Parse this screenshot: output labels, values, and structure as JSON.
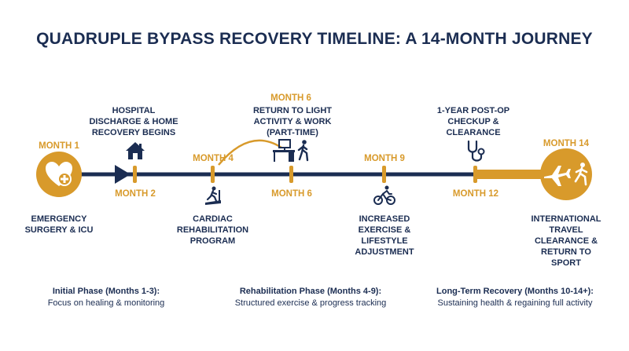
{
  "title": "QUADRUPLE BYPASS RECOVERY TIMELINE: A 14-MONTH JOURNEY",
  "colors": {
    "navy": "#1b2d52",
    "gold": "#d89a2b",
    "white": "#ffffff"
  },
  "milestones": [
    {
      "month_label": "MONTH 1",
      "event": "EMERGENCY SURGERY & ICU",
      "icon": "heart-plus-icon"
    },
    {
      "month_label": "MONTH 2",
      "event": "HOSPITAL DISCHARGE & HOME RECOVERY BEGINS",
      "icon": "house-icon"
    },
    {
      "month_label": "MONTH 4",
      "event": "CARDIAC REHABILITATION PROGRAM",
      "icon": "treadmill-icon"
    },
    {
      "month_label": "MONTH 6",
      "month_label_lower": "MONTH 6",
      "event": "RETURN TO LIGHT ACTIVITY & WORK (PART-TIME)",
      "icon": "desk-walker-icon"
    },
    {
      "month_label": "MONTH 9",
      "event": "INCREASED EXERCISE & LIFESTYLE ADJUSTMENT",
      "icon": "cyclist-icon"
    },
    {
      "month_label": "MONTH 12",
      "event": "1-YEAR POST-OP CHECKUP & CLEARANCE",
      "icon": "stethoscope-icon"
    },
    {
      "month_label": "MONTH 14",
      "event": "INTERNATIONAL TRAVEL CLEARANCE & RETURN TO SPORT",
      "icon": "plane-runner-icon"
    }
  ],
  "phases": [
    {
      "title": "Initial Phase (Months 1-3):",
      "desc": "Focus on healing & monitoring"
    },
    {
      "title": "Rehabilitation Phase (Months 4-9):",
      "desc": "Structured exercise & progress tracking"
    },
    {
      "title": "Long-Term Recovery (Months 10-14+):",
      "desc": "Sustaining health & regaining full activity"
    }
  ]
}
